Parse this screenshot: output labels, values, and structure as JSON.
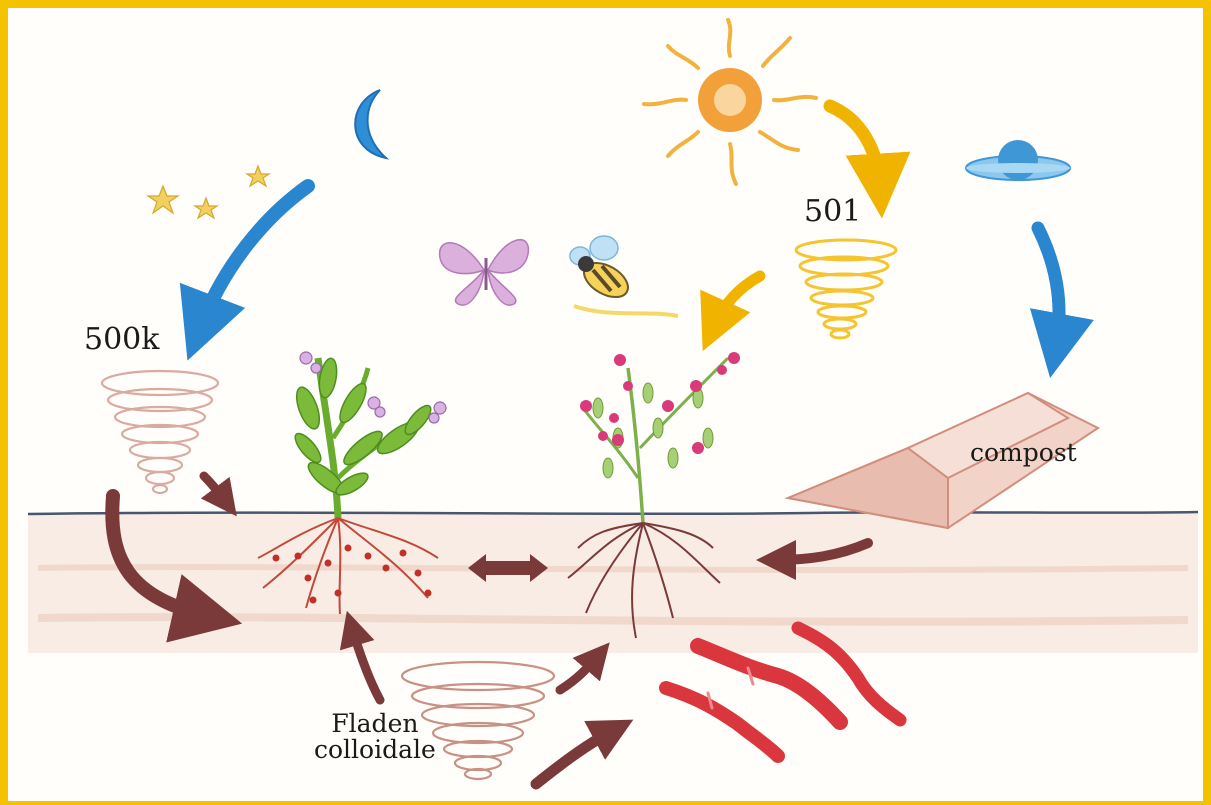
{
  "labels": {
    "preparation_500k": "500k",
    "preparation_501": "501",
    "compost": "compost",
    "fladen_line1": "Fladen",
    "fladen_line2": "colloidale"
  },
  "colors": {
    "frame": "#f4c200",
    "sun": "#f2a03a",
    "sun_arrow": "#f0b400",
    "moon": "#2f8fd6",
    "sky_arrow": "#2a86cf",
    "root_arrow": "#7a3a3a",
    "worm": "#d9363e",
    "leaf": "#6aad2e",
    "flower": "#d93a7a",
    "soil": "#c98f7c"
  },
  "icons": [
    "moon-icon",
    "star-icon",
    "sun-icon",
    "planet-icon",
    "butterfly-icon",
    "bee-icon",
    "plant-icon",
    "earthworm-icon",
    "spiral-icon",
    "compost-pile-icon"
  ]
}
